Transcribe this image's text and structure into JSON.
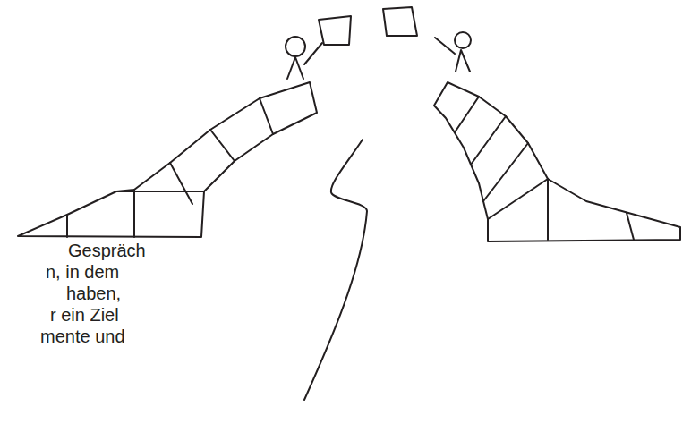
{
  "diagram": {
    "labels": [
      "Gespräch",
      "n, in dem",
      "haben,",
      "r ein Ziel",
      "mente und"
    ]
  }
}
